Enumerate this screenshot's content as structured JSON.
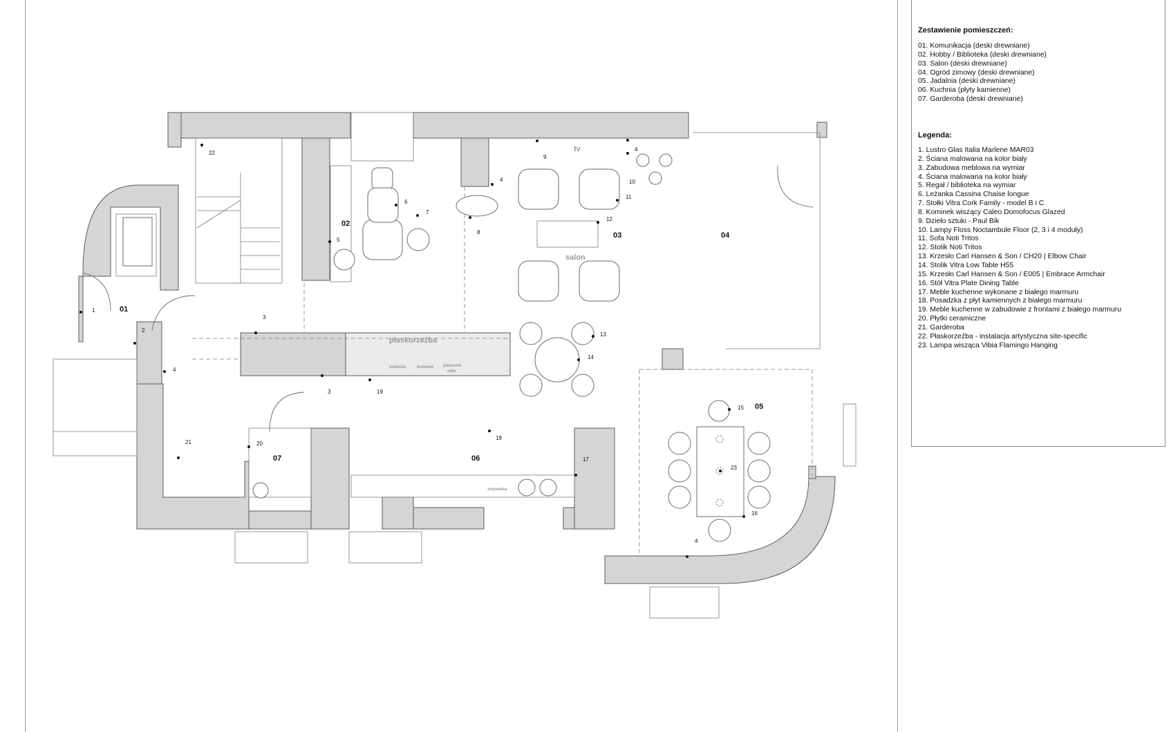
{
  "drawing": {
    "rooms_heading": "Zestawienie pomieszczeń:",
    "rooms": [
      "01. Komunikacja (deski drewniane)",
      "02. Hobby / Biblioteka (deski drewniane)",
      "03. Salon (deski drewniane)",
      "04. Ogród zimowy (deski drewniane)",
      "05. Jadalnia (deski drewniane)",
      "06. Kuchnia (płyty kamienne)",
      "07. Garderoba (deski drewniane)"
    ],
    "legend_heading": "Legenda:",
    "legend": [
      "1. Lustro Glas Italia Marlene MAR03",
      "2. Ściana malowana na kolor biały",
      "3. Zabudowa meblowa na wymiar",
      "4. Ściana malowana na kolor biały",
      "5. Regał / biblioteka na wymiar",
      "6. Leżanka Cassina Chaise longue",
      "7. Stołki Vitra Cork Family - model B i C",
      "8. Kominek wiszący Caleo Domofocus Glazed",
      "9. Dzieło sztuki - Paul Bik",
      "10. Lampy Floss Noctambule Floor (2, 3 i 4 moduły)",
      "11. Sofa Noti Tritos",
      "12. Stolik Noti Tritos",
      "13. Krzesło Carl Hansen & Son / CH20 | Elbow Chair",
      "14. Stolik Vitra Low Table H55",
      "15. Krzesło Carl Hansen & Son / E005 | Embrace Armchair",
      "16. Stół Vitra Plate Dining Table",
      "17. Meble kuchenne wykonane z białego marmuru",
      "18. Posadzka z płyt kamiennych z białego marmuru",
      "19. Meble kuchenne w zabudowie z frontami z białego marmuru",
      "20. Płytki ceramiczne",
      "21. Garderoba",
      "22. Płaskorzeźba - instalacja artystyczna site-specific",
      "23. Lampa wisząca Vibia Flamingo Hanging"
    ]
  },
  "plan": {
    "room_numbers": [
      "01",
      "02",
      "03",
      "04",
      "05",
      "06",
      "07"
    ],
    "area_labels": {
      "relief": "płaskorzeźba",
      "tv": "tv",
      "living": "salon",
      "fridge_1": "lodówka",
      "fridge_2": "lodówka",
      "oven_1": "piekarnik",
      "oven_2": "mikr.",
      "sink": "zmywarka"
    },
    "callouts": [
      "1",
      "2",
      "3",
      "3",
      "4",
      "4",
      "4",
      "4",
      "5",
      "6",
      "7",
      "8",
      "9",
      "10",
      "11",
      "12",
      "13",
      "14",
      "15",
      "16",
      "17",
      "18",
      "19",
      "20",
      "21",
      "22",
      "23"
    ]
  },
  "colors": {
    "wall_fill": "#d5d5d5",
    "line": "#5a5a5a",
    "text": "#111111"
  }
}
